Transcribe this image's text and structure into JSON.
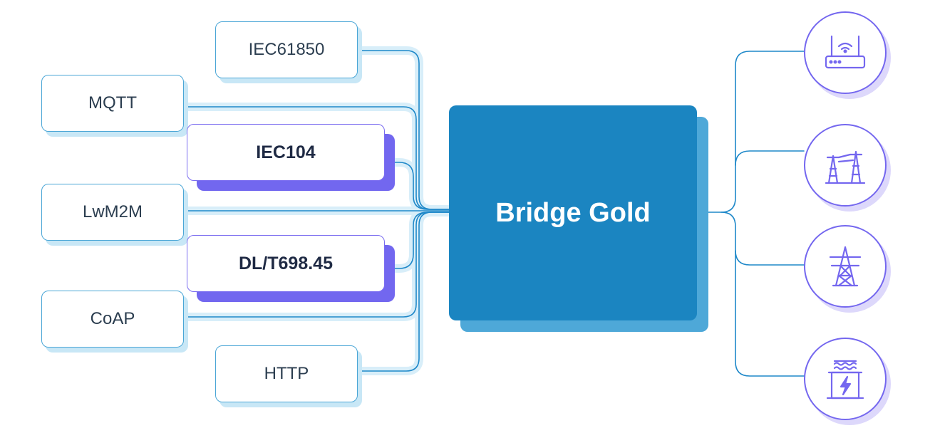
{
  "hub": {
    "label": "Bridge Gold"
  },
  "protocols": [
    {
      "label": "IEC61850"
    },
    {
      "label": "MQTT"
    },
    {
      "label": "IEC104"
    },
    {
      "label": "LwM2M"
    },
    {
      "label": "DL/T698.45"
    },
    {
      "label": "CoAP"
    },
    {
      "label": "HTTP"
    }
  ],
  "devices": [
    {
      "icon": "router-icon"
    },
    {
      "icon": "power-substation-icon"
    },
    {
      "icon": "transmission-tower-icon"
    },
    {
      "icon": "transformer-icon"
    }
  ],
  "colors": {
    "hub": "#1b85c1",
    "line": "#1e88c9",
    "line_glow": "#d8eef9",
    "accent": "#7467ef",
    "text": "#2c3e50"
  }
}
